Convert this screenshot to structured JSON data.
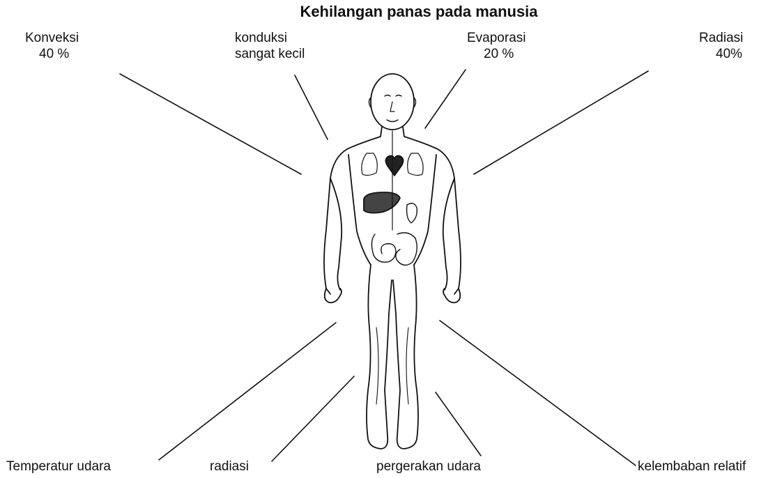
{
  "title": "Kehilangan panas pada manusia",
  "top_labels": [
    {
      "line1": "Konveksi",
      "line2": "40 %"
    },
    {
      "line1": "konduksi",
      "line2": "sangat kecil"
    },
    {
      "line1": "Evaporasi",
      "line2": "20 %"
    },
    {
      "line1": "Radiasi",
      "line2": "40%"
    }
  ],
  "bottom_labels": [
    "Temperatur udara",
    "radiasi",
    "pergerakan udara",
    "kelembaban relatif"
  ],
  "figure": "human-body-outline-icon"
}
